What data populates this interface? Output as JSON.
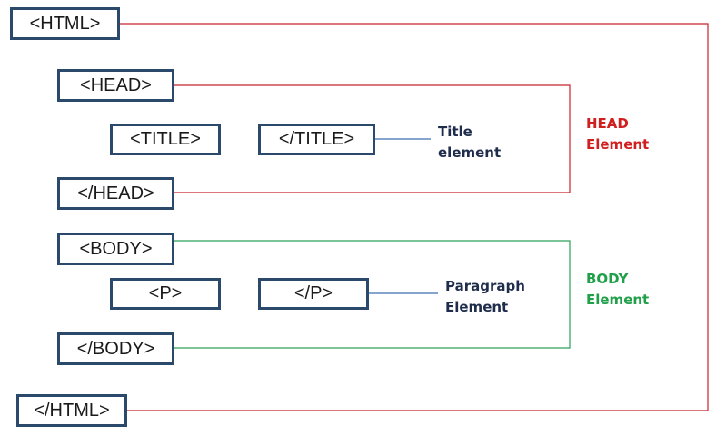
{
  "tags": {
    "html_open": "<HTML>",
    "head_open": "<HEAD>",
    "title_open": "<TITLE>",
    "title_close": "</TITLE>",
    "head_close": "</HEAD>",
    "body_open": "<BODY>",
    "p_open": "<P>",
    "p_close": "</P>",
    "body_close": "</BODY>",
    "html_close": "</HTML>"
  },
  "labels": {
    "title_element": [
      "Title",
      "element"
    ],
    "head_element": [
      "HEAD",
      "Element"
    ],
    "paragraph_element": [
      "Paragraph",
      "Element"
    ],
    "body_element": [
      "BODY",
      "Element"
    ]
  },
  "colors": {
    "box_border": "#2b4a6b",
    "html_bracket": "#c8232c",
    "head_bracket": "#c8232c",
    "body_bracket": "#2aa05a",
    "pointer_line": "#3f6fb0",
    "head_label": "#d11f1f",
    "body_label": "#21a04a",
    "annotation_label": "#1f2d4d"
  }
}
